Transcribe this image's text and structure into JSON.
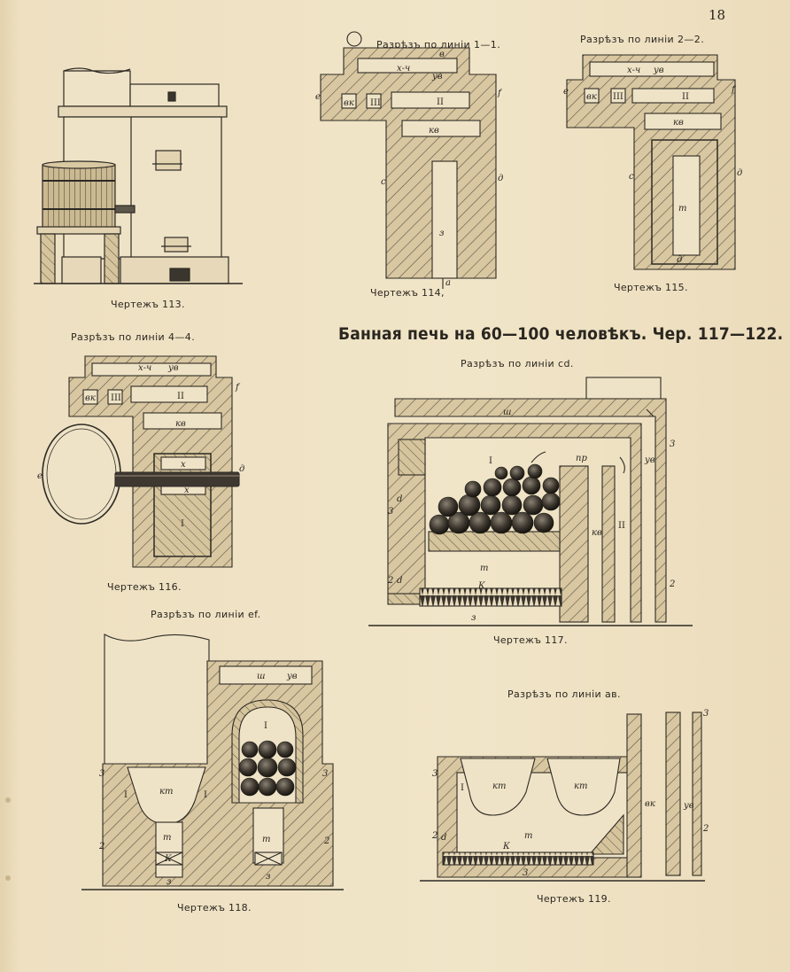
{
  "page_number": "18",
  "title": "Банная печь на 60—100 человѣкъ. Чер. 117—122.",
  "figures": [
    {
      "id": "f113",
      "caption": "Чертежъ 113.",
      "section": ""
    },
    {
      "id": "f114",
      "caption": "Чертежъ 114,",
      "section": "Разрѣзъ по линіи 1—1."
    },
    {
      "id": "f115",
      "caption": "Чертежъ 115.",
      "section": "Разрѣзъ по линіи 2—2."
    },
    {
      "id": "f116",
      "caption": "Чертежъ 116.",
      "section": "Разрѣзъ по линіи 4—4."
    },
    {
      "id": "f117",
      "caption": "Чертежъ 117.",
      "section": "Разрѣзъ по линіи cd."
    },
    {
      "id": "f118",
      "caption": "Чертежъ 118.",
      "section": "Разрѣзъ по линіи ef."
    },
    {
      "id": "f119",
      "caption": "Чертежъ 119.",
      "section": "Разрѣзъ по линіи ав."
    }
  ],
  "labels": {
    "xch": "х-ч",
    "uv": "ув",
    "vk": "вк",
    "kv": "кв",
    "z": "з",
    "t": "т",
    "r1": "I",
    "r2": "II",
    "r3": "III",
    "x": "х",
    "sh": "ш",
    "pr": "пр",
    "kt": "кт",
    "k": "К",
    "d": "d",
    "n2": "2",
    "n3": "3",
    "a": "а",
    "b": "в",
    "e": "е",
    "f": "f",
    "c": "с",
    "dd": "д"
  }
}
